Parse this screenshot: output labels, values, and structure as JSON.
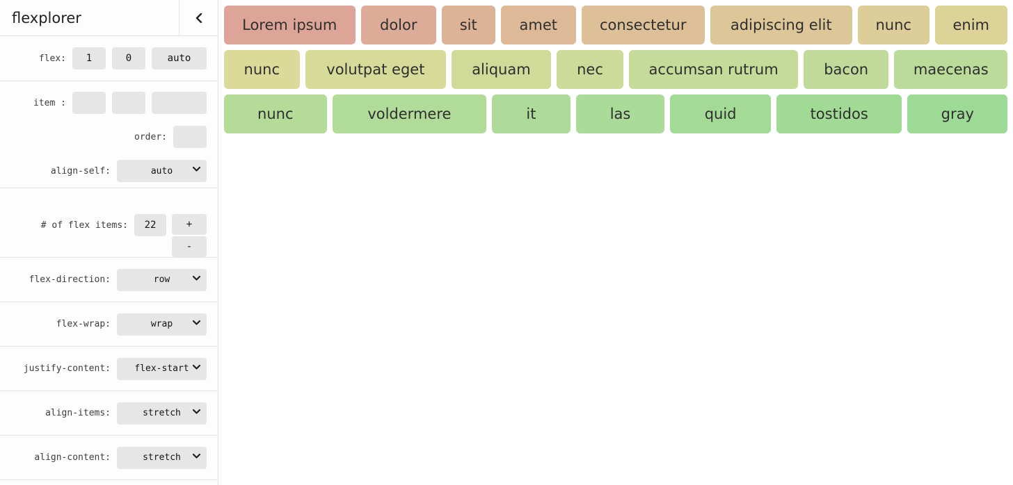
{
  "header": {
    "title": "flexplorer",
    "collapse_icon": "chevron-left"
  },
  "sidebar": {
    "flex_label": "flex:",
    "flex_inputs": [
      "1",
      "0",
      "auto"
    ],
    "item_label": "item :",
    "item_inputs": [
      "",
      "",
      ""
    ],
    "order_label": "order:",
    "order_value": "",
    "align_self_label": "align-self:",
    "align_self_value": "auto",
    "count_label": "# of flex items:",
    "count_value": "22",
    "increment_label": "+",
    "decrement_label": "-",
    "selects": [
      {
        "label": "flex-direction:",
        "value": "row"
      },
      {
        "label": "flex-wrap:",
        "value": "wrap"
      },
      {
        "label": "justify-content:",
        "value": "flex-start"
      },
      {
        "label": "align-items:",
        "value": "stretch"
      },
      {
        "label": "align-content:",
        "value": "stretch"
      }
    ]
  },
  "main": {
    "rows": [
      [
        {
          "label": "Lorem ipsum",
          "color": "hsl(12, 50%, 73%)",
          "basis": 188
        },
        {
          "label": "dolor",
          "color": "hsl(18, 50%, 73%)",
          "basis": 108
        },
        {
          "label": "sit",
          "color": "hsl(24, 50%, 73%)",
          "basis": 76
        },
        {
          "label": "amet",
          "color": "hsl(29, 50%, 73%)",
          "basis": 108
        },
        {
          "label": "consectetur",
          "color": "hsl(35, 50%, 73%)",
          "basis": 176
        },
        {
          "label": "adipiscing elit",
          "color": "hsl(41, 50%, 73%)",
          "basis": 204
        },
        {
          "label": "nunc",
          "color": "hsl(46, 50%, 73%)",
          "basis": 102
        },
        {
          "label": "enim",
          "color": "hsl(52, 50%, 73%)",
          "basis": 104
        }
      ],
      [
        {
          "label": "nunc",
          "color": "hsl(59, 48%, 73%)",
          "basis": 108
        },
        {
          "label": "volutpat eget",
          "color": "hsl(64, 48%, 73%)",
          "basis": 202
        },
        {
          "label": "aliquam",
          "color": "hsl(69, 48%, 73%)",
          "basis": 142
        },
        {
          "label": "nec",
          "color": "hsl(74, 48%, 73%)",
          "basis": 96
        },
        {
          "label": "accumsan rutrum",
          "color": "hsl(80, 48%, 73%)",
          "basis": 242
        },
        {
          "label": "bacon",
          "color": "hsl(85, 48%, 73%)",
          "basis": 122
        },
        {
          "label": "maecenas",
          "color": "hsl(90, 48%, 73%)",
          "basis": 162
        }
      ],
      [
        {
          "label": "nunc",
          "color": "hsl(95, 48%, 73%)",
          "basis": 147
        },
        {
          "label": "voldermere",
          "color": "hsl(98, 48%, 73%)",
          "basis": 221
        },
        {
          "label": "it",
          "color": "hsl(101, 48%, 73%)",
          "basis": 112
        },
        {
          "label": "las",
          "color": "hsl(105, 48%, 73%)",
          "basis": 127
        },
        {
          "label": "quid",
          "color": "hsl(108, 48%, 72%)",
          "basis": 144
        },
        {
          "label": "tostidos",
          "color": "hsl(111, 48%, 72%)",
          "basis": 180
        },
        {
          "label": "gray",
          "color": "hsl(114, 48%, 72%)",
          "basis": 143
        }
      ]
    ]
  }
}
